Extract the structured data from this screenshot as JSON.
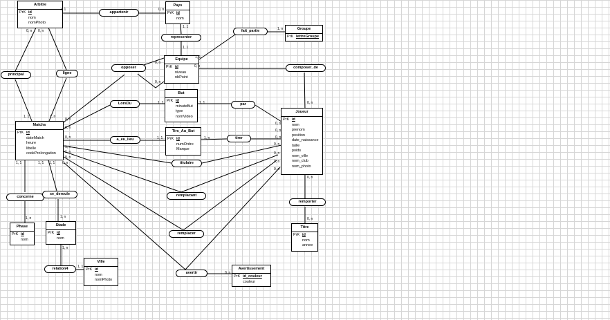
{
  "entities": {
    "arbitre": {
      "title": "Arbitre",
      "attributes": [
        {
          "key": "PrK",
          "name": "id",
          "pk": true
        },
        {
          "key": "",
          "name": "nom"
        },
        {
          "key": "",
          "name": "nomPhoto"
        }
      ]
    },
    "pays": {
      "title": "Pays",
      "attributes": [
        {
          "key": "PrK",
          "name": "id",
          "pk": true
        },
        {
          "key": "",
          "name": "nom"
        }
      ]
    },
    "groupe": {
      "title": "Groupe",
      "attributes": [
        {
          "key": "PrK",
          "name": "lettreGroupe",
          "pk": true
        }
      ]
    },
    "equipe": {
      "title": "Equipe",
      "attributes": [
        {
          "key": "PrK",
          "name": "id",
          "pk": true
        },
        {
          "key": "",
          "name": "niveau"
        },
        {
          "key": "",
          "name": "nbPoint"
        }
      ]
    },
    "but": {
      "title": "But",
      "attributes": [
        {
          "key": "PrK",
          "name": "id",
          "pk": true
        },
        {
          "key": "",
          "name": "minuteBut"
        },
        {
          "key": "",
          "name": "type"
        },
        {
          "key": "",
          "name": "nomVideo"
        }
      ]
    },
    "tirs": {
      "title": "Tirs_Au_But",
      "attributes": [
        {
          "key": "PrK",
          "name": "id",
          "pk": true
        },
        {
          "key": "",
          "name": "numOrdre"
        },
        {
          "key": "",
          "name": "Marque"
        }
      ]
    },
    "matchs": {
      "title": "Matchs",
      "attributes": [
        {
          "key": "PrK",
          "name": "id",
          "pk": true
        },
        {
          "key": "",
          "name": "dateMatch"
        },
        {
          "key": "",
          "name": "heure"
        },
        {
          "key": "",
          "name": "libelle"
        },
        {
          "key": "",
          "name": "codeProlongation"
        }
      ]
    },
    "joueur": {
      "title": "Joueur",
      "attributes": [
        {
          "key": "PrK",
          "name": "id",
          "pk": true
        },
        {
          "key": "",
          "name": "nom"
        },
        {
          "key": "",
          "name": "prenom"
        },
        {
          "key": "",
          "name": "position"
        },
        {
          "key": "",
          "name": "date_naissance"
        },
        {
          "key": "",
          "name": "taille"
        },
        {
          "key": "",
          "name": "poids"
        },
        {
          "key": "",
          "name": "nom_ville"
        },
        {
          "key": "",
          "name": "nom_club"
        },
        {
          "key": "",
          "name": "nom_photo"
        }
      ]
    },
    "phase": {
      "title": "Phase",
      "attributes": [
        {
          "key": "PrK",
          "name": "id",
          "pk": true
        },
        {
          "key": "",
          "name": "nom"
        }
      ]
    },
    "stade": {
      "title": "Stade",
      "attributes": [
        {
          "key": "PrK",
          "name": "id",
          "pk": true
        },
        {
          "key": "",
          "name": "nom"
        }
      ]
    },
    "ville": {
      "title": "Ville",
      "attributes": [
        {
          "key": "PrK",
          "name": "id",
          "pk": true
        },
        {
          "key": "",
          "name": "nom"
        },
        {
          "key": "",
          "name": "nomPhoto"
        }
      ]
    },
    "titre": {
      "title": "Titre",
      "attributes": [
        {
          "key": "PrK",
          "name": "id",
          "pk": true
        },
        {
          "key": "",
          "name": "nom"
        },
        {
          "key": "",
          "name": "annee"
        }
      ]
    },
    "avert": {
      "title": "Avertissement",
      "attributes": [
        {
          "key": "PrK",
          "name": "id_couleur",
          "pk": true
        },
        {
          "key": "",
          "name": "couleur"
        }
      ]
    }
  },
  "relations": {
    "appartenir": "appartenir",
    "representer": "representer",
    "fait_partie": "fait_partie",
    "principal": "principal",
    "ligne": "ligne",
    "opposer": "opposer",
    "composer_de": "composer_de",
    "lors_du": "LorsDu",
    "par": "par",
    "a_eu_lieu": "a_eu_lieu",
    "tirer": "tirer",
    "titulaire": "titulaire",
    "remplacant": "remplacant",
    "remplacer": "remplacer",
    "concerne": "concerne",
    "se_deroule": "se_deroule",
    "remporter": "remporter",
    "relation4": "relation4",
    "avertir": "avertir"
  },
  "cardinalities": [
    "1, 1",
    "0, n",
    "1, 1",
    "1, 1",
    "1, n",
    "1, 1",
    "0, n",
    "0, n",
    "1, n",
    "0, n",
    "0, n",
    "0, n",
    "1, 1",
    "0, n",
    "1, 1",
    "0, n",
    "1, 1",
    "0, n",
    "1, 1",
    "0, n",
    "1, n",
    "0, n",
    "1, n",
    "0, n",
    "1, n",
    "0, n",
    "0, n",
    "0, n",
    "0, n",
    "0, n",
    "1, 1",
    "1, n",
    "1, 1",
    "1, n",
    "1, 1",
    "1, n",
    "0, n",
    "1, 1",
    "0, n",
    "0, n",
    "0, n",
    "0, n"
  ]
}
